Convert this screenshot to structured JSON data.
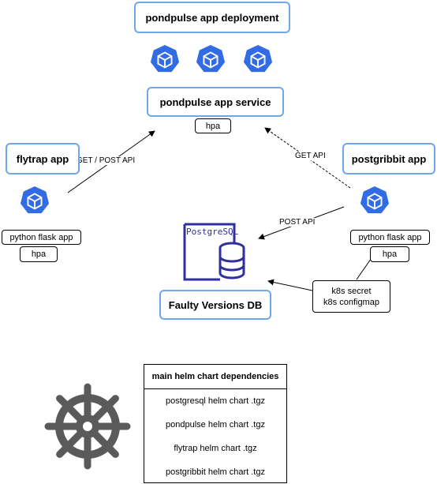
{
  "deployment": {
    "title": "pondpulse app deployment"
  },
  "service": {
    "title": "pondpulse app service",
    "hpa": "hpa"
  },
  "flytrap": {
    "title": "flytrap app",
    "runtime": "python flask app",
    "hpa": "hpa"
  },
  "postgribbit": {
    "title": "postgribbit app",
    "runtime": "python flask app",
    "hpa": "hpa"
  },
  "database": {
    "logo_text": "PostgreSQL",
    "title": "Faulty Versions DB"
  },
  "config": {
    "line1": "k8s secret",
    "line2": "k8s configmap"
  },
  "edges": {
    "flytrap_to_service": "GET / POST API",
    "postgribbit_to_service": "GET API",
    "postgribbit_to_db": "POST API"
  },
  "helm": {
    "header": "main helm chart dependencies",
    "rows": [
      "postgresql helm chart .tgz",
      "pondpulse helm chart .tgz",
      "flytrap helm chart .tgz",
      "postgribbit helm chart .tgz"
    ]
  },
  "icons": [
    "kubernetes-pod-icon",
    "postgresql-database-icon",
    "helm-wheel-icon"
  ],
  "colors": {
    "box_border": "#6fa8ea",
    "k8s_blue": "#326ce5",
    "postgres_navy": "#2f2f9d"
  }
}
